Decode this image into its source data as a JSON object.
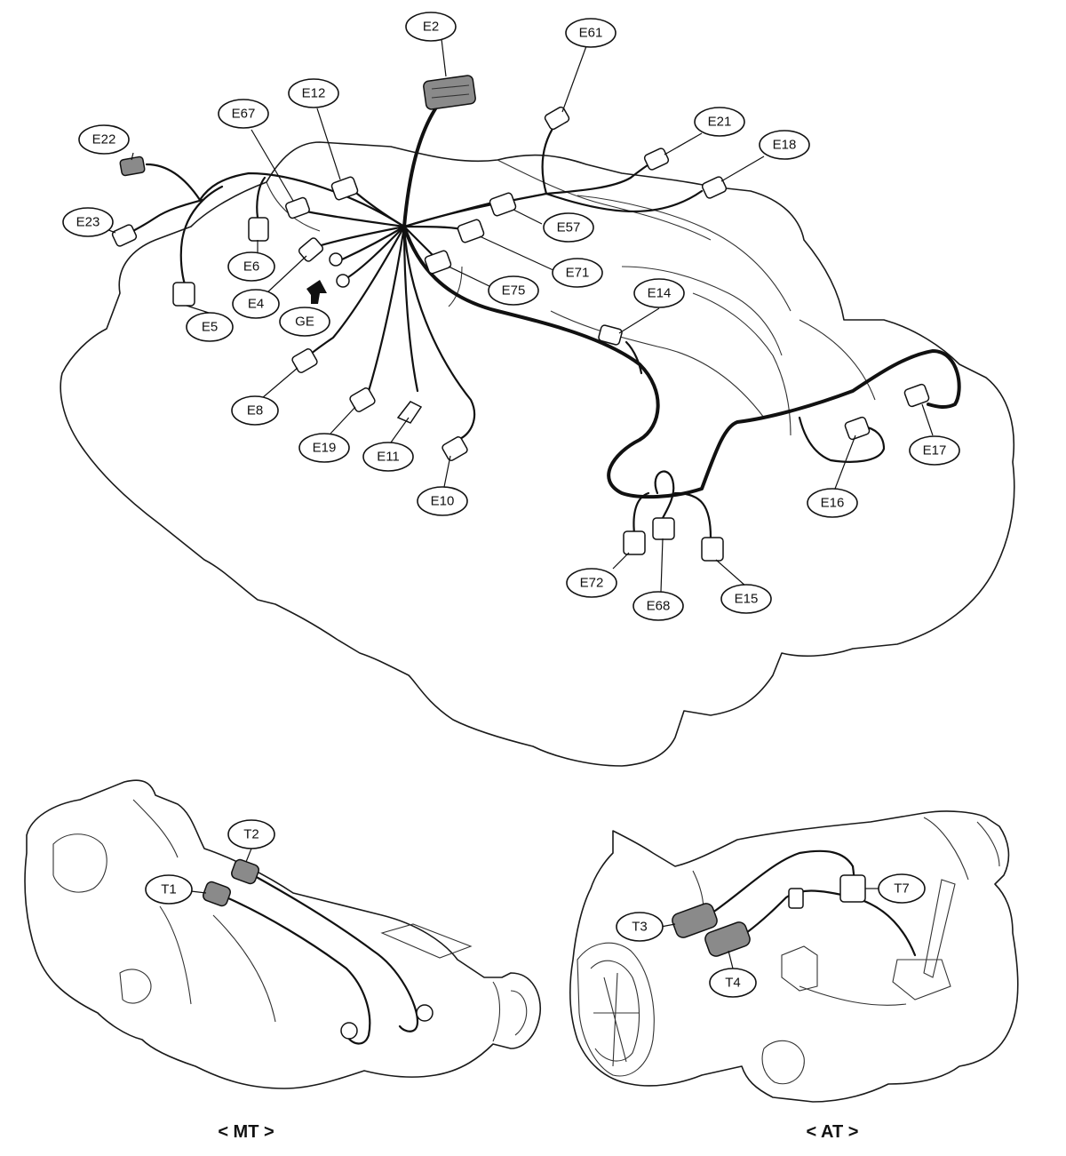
{
  "engine_labels": {
    "E2": "E2",
    "E61": "E61",
    "E12": "E12",
    "E67": "E67",
    "E21": "E21",
    "E22": "E22",
    "E18": "E18",
    "E23": "E23",
    "E57": "E57",
    "E6": "E6",
    "E71": "E71",
    "E4": "E4",
    "E75": "E75",
    "E14": "E14",
    "GE": "GE",
    "E5": "E5",
    "E8": "E8",
    "E17": "E17",
    "E19": "E19",
    "E11": "E11",
    "E16": "E16",
    "E10": "E10",
    "E72": "E72",
    "E15": "E15",
    "E68": "E68"
  },
  "mt_labels": {
    "T2": "T2",
    "T1": "T1"
  },
  "at_labels": {
    "T7": "T7",
    "T3": "T3",
    "T4": "T4"
  },
  "captions": {
    "mt": "< MT >",
    "at": "< AT >"
  },
  "colors": {
    "line": "#111111",
    "connector_dark": "#8a8a8a",
    "background": "#ffffff"
  }
}
